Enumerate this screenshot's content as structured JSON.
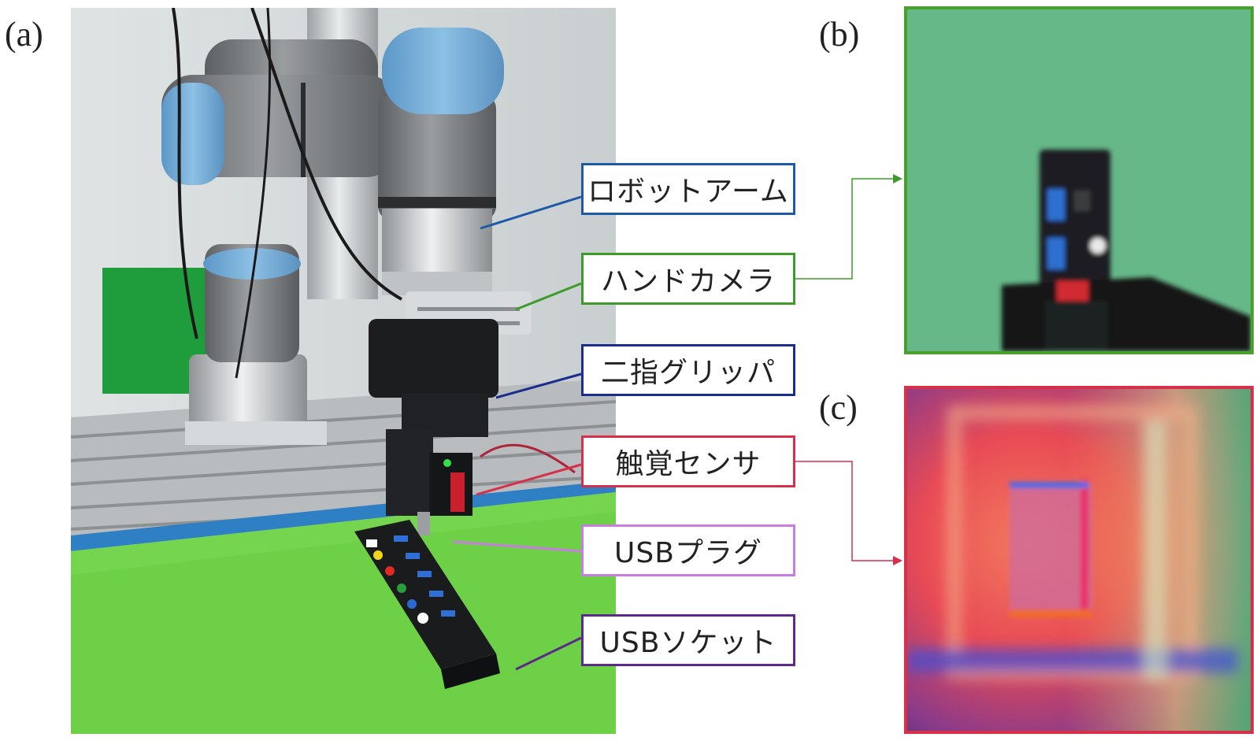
{
  "panels": {
    "a": "(a)",
    "b": "(b)",
    "c": "(c)"
  },
  "labels": {
    "robot_arm": "ロボットアーム",
    "hand_camera": "ハンドカメラ",
    "gripper": "二指グリッパ",
    "tactile_sensor": "触覚センサ",
    "usb_plug": "USBプラグ",
    "usb_socket": "USBソケット"
  },
  "colors": {
    "robot_arm": "#1f5aa6",
    "hand_camera": "#3d9a2b",
    "gripper": "#1c2e8c",
    "tactile_sensor": "#d6304a",
    "usb_plug": "#c77ee0",
    "usb_socket": "#5b2a8a",
    "inset_b_border": "#4aa02c",
    "inset_c_border": "#d6304a"
  }
}
